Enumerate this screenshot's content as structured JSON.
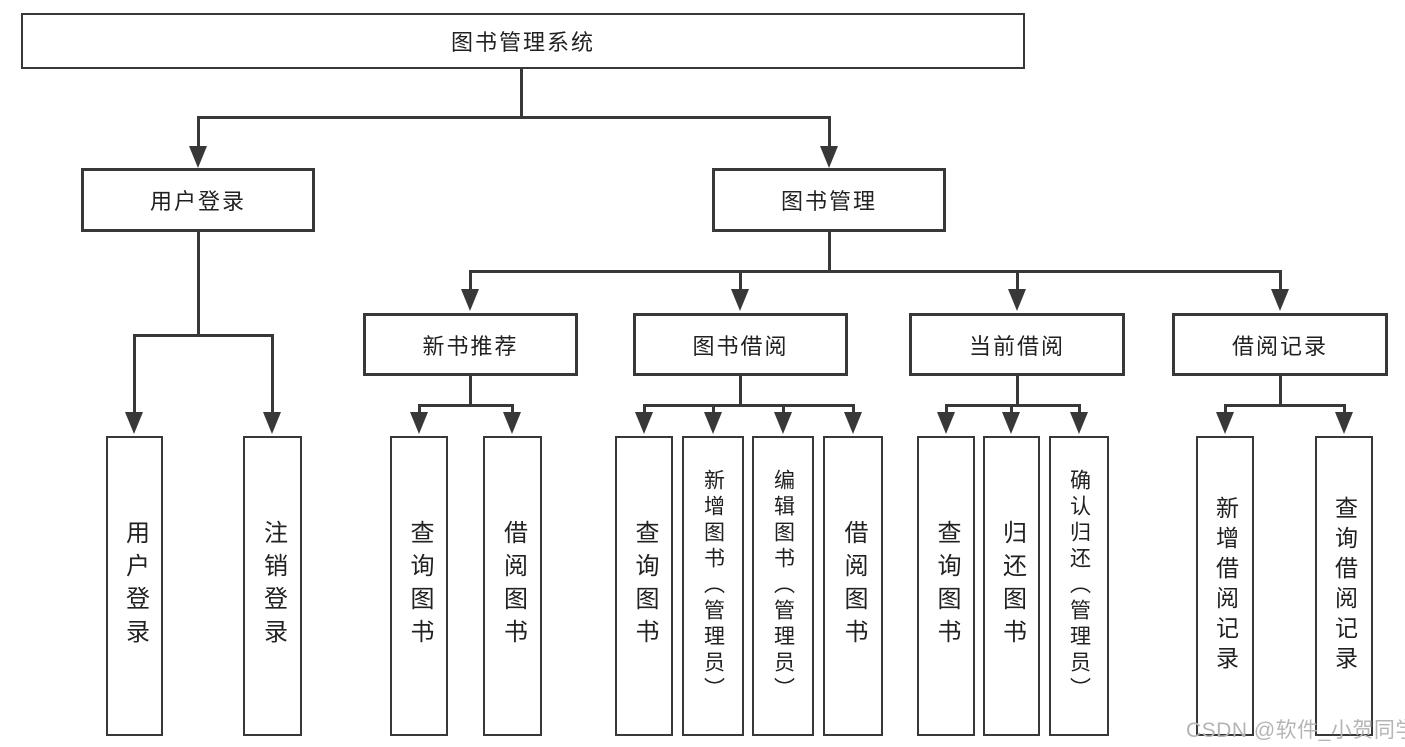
{
  "diagram": {
    "type": "hierarchy-tree",
    "root": {
      "label": "图书管理系统"
    },
    "branches": [
      {
        "label": "用户登录",
        "children": [
          {
            "label": "用户登录"
          },
          {
            "label": "注销登录"
          }
        ]
      },
      {
        "label": "图书管理",
        "children": [
          {
            "label": "新书推荐",
            "children": [
              {
                "label": "查询图书"
              },
              {
                "label": "借阅图书"
              }
            ]
          },
          {
            "label": "图书借阅",
            "children": [
              {
                "label": "查询图书"
              },
              {
                "label": "新增图书（管理员）"
              },
              {
                "label": "编辑图书（管理员）"
              },
              {
                "label": "借阅图书"
              }
            ]
          },
          {
            "label": "当前借阅",
            "children": [
              {
                "label": "查询图书"
              },
              {
                "label": "归还图书"
              },
              {
                "label": "确认归还（管理员）"
              }
            ]
          },
          {
            "label": "借阅记录",
            "children": [
              {
                "label": "新增借阅记录"
              },
              {
                "label": "查询借阅记录"
              }
            ]
          }
        ]
      }
    ]
  },
  "watermark": {
    "text": "CSDN @软件_小贺同学"
  },
  "colors": {
    "line": "#383838",
    "box_border": "#383838",
    "text": "#212121",
    "watermark": "#b5b5b5",
    "background": "#ffffff"
  }
}
